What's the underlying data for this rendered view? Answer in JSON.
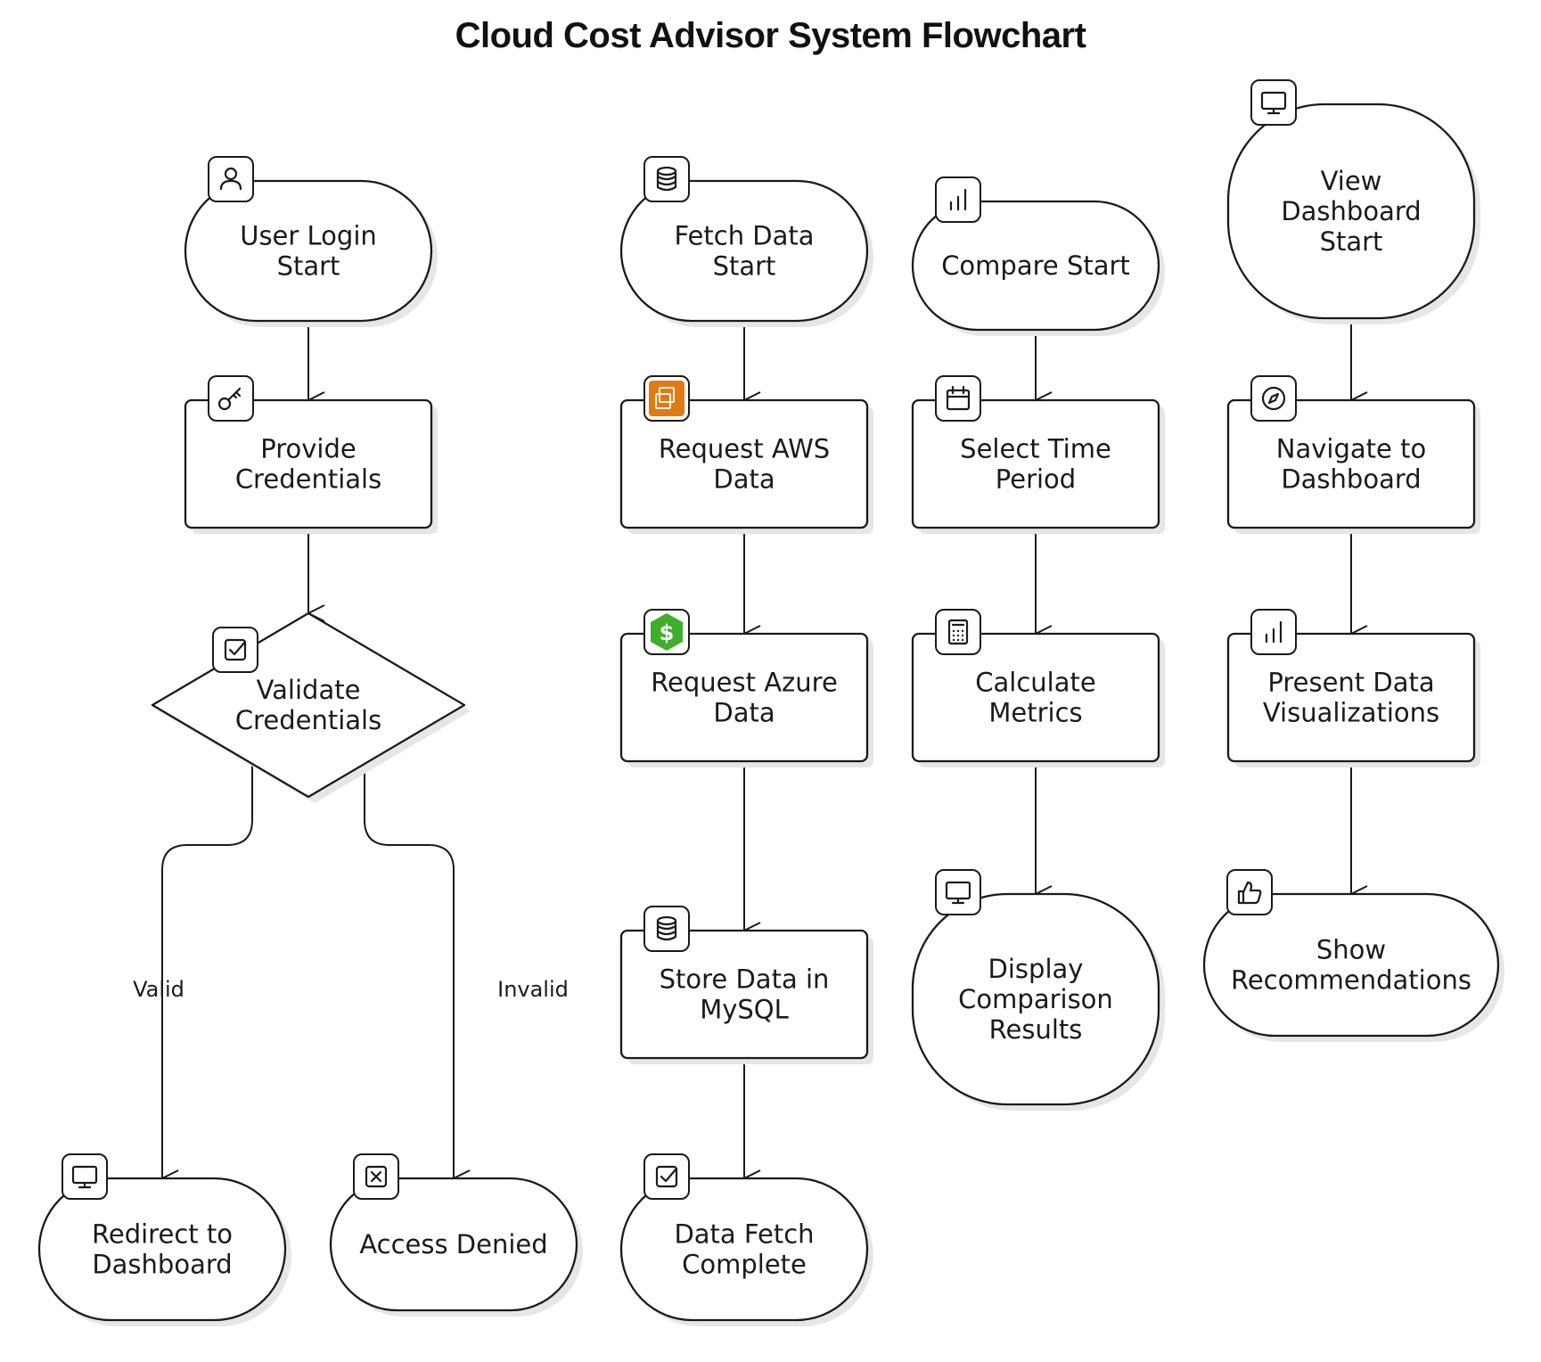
{
  "title": "Cloud Cost Advisor System Flowchart",
  "colors": {
    "stroke": "#1a1a1a",
    "shadow": "#e6e6e6",
    "aws_orange": "#e07b14",
    "green": "#3fae2a"
  },
  "nodes": [
    {
      "id": "login_start",
      "lines": [
        "User Login",
        "Start"
      ],
      "icon": "user-icon"
    },
    {
      "id": "provide_credentials",
      "lines": [
        "Provide",
        "Credentials"
      ],
      "icon": "key-icon"
    },
    {
      "id": "validate_credentials",
      "lines": [
        "Validate",
        "Credentials"
      ],
      "icon": "check-square-icon"
    },
    {
      "id": "redirect_dashboard",
      "lines": [
        "Redirect to",
        "Dashboard"
      ],
      "icon": "monitor-icon"
    },
    {
      "id": "access_denied",
      "lines": [
        "Access Denied"
      ],
      "icon": "x-square-icon"
    },
    {
      "id": "fetch_start",
      "lines": [
        "Fetch Data",
        "Start"
      ],
      "icon": "database-icon"
    },
    {
      "id": "request_aws",
      "lines": [
        "Request AWS",
        "Data"
      ],
      "icon": "aws-ec2-icon"
    },
    {
      "id": "request_azure",
      "lines": [
        "Request Azure",
        "Data"
      ],
      "icon": "dollar-hexagon-icon"
    },
    {
      "id": "store_mysql",
      "lines": [
        "Store Data in",
        "MySQL"
      ],
      "icon": "database-icon"
    },
    {
      "id": "fetch_complete",
      "lines": [
        "Data Fetch",
        "Complete"
      ],
      "icon": "check-square-icon"
    },
    {
      "id": "compare_start",
      "lines": [
        "Compare Start"
      ],
      "icon": "bar-chart-icon"
    },
    {
      "id": "select_time",
      "lines": [
        "Select Time",
        "Period"
      ],
      "icon": "calendar-icon"
    },
    {
      "id": "calculate_metrics",
      "lines": [
        "Calculate",
        "Metrics"
      ],
      "icon": "calculator-icon"
    },
    {
      "id": "display_comparison",
      "lines": [
        "Display",
        "Comparison",
        "Results"
      ],
      "icon": "monitor-icon"
    },
    {
      "id": "view_start",
      "lines": [
        "View",
        "Dashboard",
        "Start"
      ],
      "icon": "monitor-icon"
    },
    {
      "id": "navigate_dashboard",
      "lines": [
        "Navigate to",
        "Dashboard"
      ],
      "icon": "compass-icon"
    },
    {
      "id": "present_visualizations",
      "lines": [
        "Present Data",
        "Visualizations"
      ],
      "icon": "bar-chart-icon"
    },
    {
      "id": "show_recommendations",
      "lines": [
        "Show",
        "Recommendations"
      ],
      "icon": "thumbs-up-icon"
    }
  ],
  "edges": [
    {
      "from": "login_start",
      "to": "provide_credentials",
      "label": ""
    },
    {
      "from": "provide_credentials",
      "to": "validate_credentials",
      "label": ""
    },
    {
      "from": "validate_credentials",
      "to": "redirect_dashboard",
      "label": "Valid"
    },
    {
      "from": "validate_credentials",
      "to": "access_denied",
      "label": "Invalid"
    },
    {
      "from": "fetch_start",
      "to": "request_aws",
      "label": ""
    },
    {
      "from": "request_aws",
      "to": "request_azure",
      "label": ""
    },
    {
      "from": "request_azure",
      "to": "store_mysql",
      "label": ""
    },
    {
      "from": "store_mysql",
      "to": "fetch_complete",
      "label": ""
    },
    {
      "from": "compare_start",
      "to": "select_time",
      "label": ""
    },
    {
      "from": "select_time",
      "to": "calculate_metrics",
      "label": ""
    },
    {
      "from": "calculate_metrics",
      "to": "display_comparison",
      "label": ""
    },
    {
      "from": "view_start",
      "to": "navigate_dashboard",
      "label": ""
    },
    {
      "from": "navigate_dashboard",
      "to": "present_visualizations",
      "label": ""
    },
    {
      "from": "present_visualizations",
      "to": "show_recommendations",
      "label": ""
    }
  ]
}
